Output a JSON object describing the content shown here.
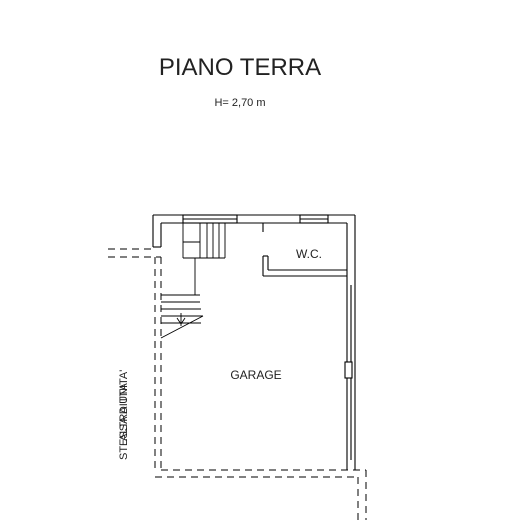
{
  "plan": {
    "title": "PIANO TERRA",
    "height_note": "H= 2,70 m",
    "rooms": {
      "garage": "GARAGE",
      "wc": "W.C."
    },
    "annotation_line1": "STESSA DITTA",
    "annotation_line2": "ALTRA UNITA'"
  },
  "colors": {
    "background": "#ffffff",
    "wall": "#000000",
    "text": "#222222"
  }
}
